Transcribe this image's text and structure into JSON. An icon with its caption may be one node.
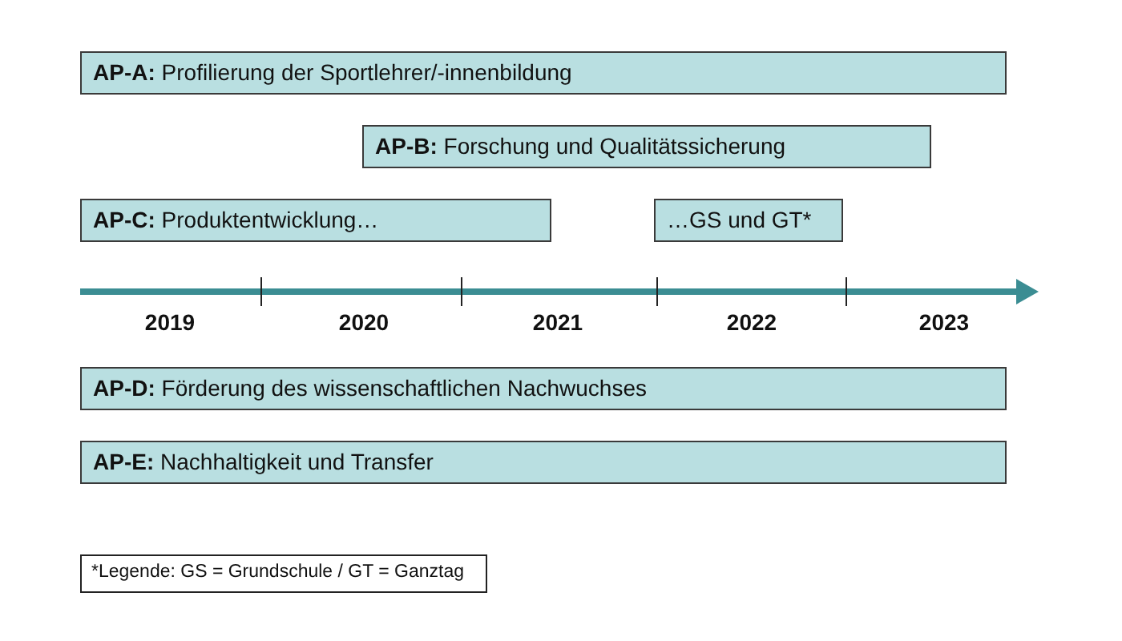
{
  "diagram": {
    "nodes": [
      {
        "text": [
          "**AP-A:** Profilierung der Sportlehrer/-innenbildung"
        ]
      },
      {
        "text": [
          "**AP-B:** Forschung und Qualitätssicherung"
        ]
      },
      {
        "text": [
          "**AP-C:** Produktentwicklung…"
        ]
      },
      {
        "text": [
          "…GS und GT*"
        ]
      },
      {
        "text": [
          "**AP-D:** Förderung des wissenschaftlichen Nachwuchses"
        ]
      },
      {
        "text": [
          "**AP-E:** Nachhaltigkeit und Transfer"
        ]
      },
      {
        "text": [
          "*Legende: GS = Grundschule / GT = Ganztag"
        ]
      }
    ],
    "labels": [
      "2019",
      "2020",
      "2021",
      "2022",
      "2023"
    ]
  }
}
